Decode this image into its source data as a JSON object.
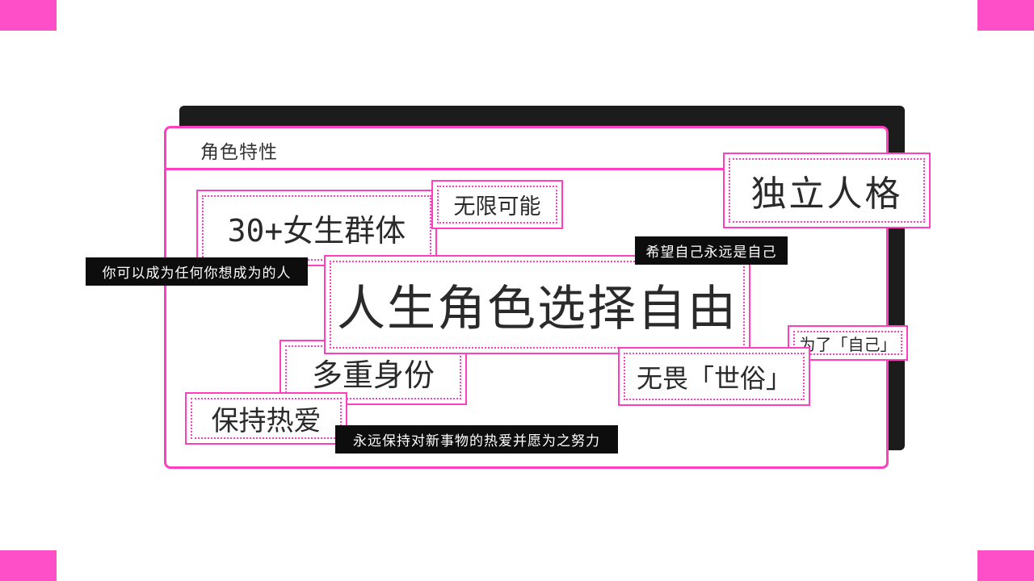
{
  "window": {
    "title": "角色特性"
  },
  "tags": {
    "independent": "独立人格",
    "infinite": "无限可能",
    "group": "30+女生群体",
    "main": "人生角色选择自由",
    "multi": "多重身份",
    "passion": "保持热爱",
    "fearless": "无畏「世俗」",
    "for_self": "为了「自己」"
  },
  "notes": {
    "be_anyone": "你可以成为任何你想成为的人",
    "be_self": "希望自己永远是自己",
    "keep_passion": "永远保持对新事物的热爱并愿为之努力"
  },
  "colors": {
    "accent": "#ff3fc0",
    "corner": "#ff4fc8",
    "dark": "#0d0d0d"
  }
}
